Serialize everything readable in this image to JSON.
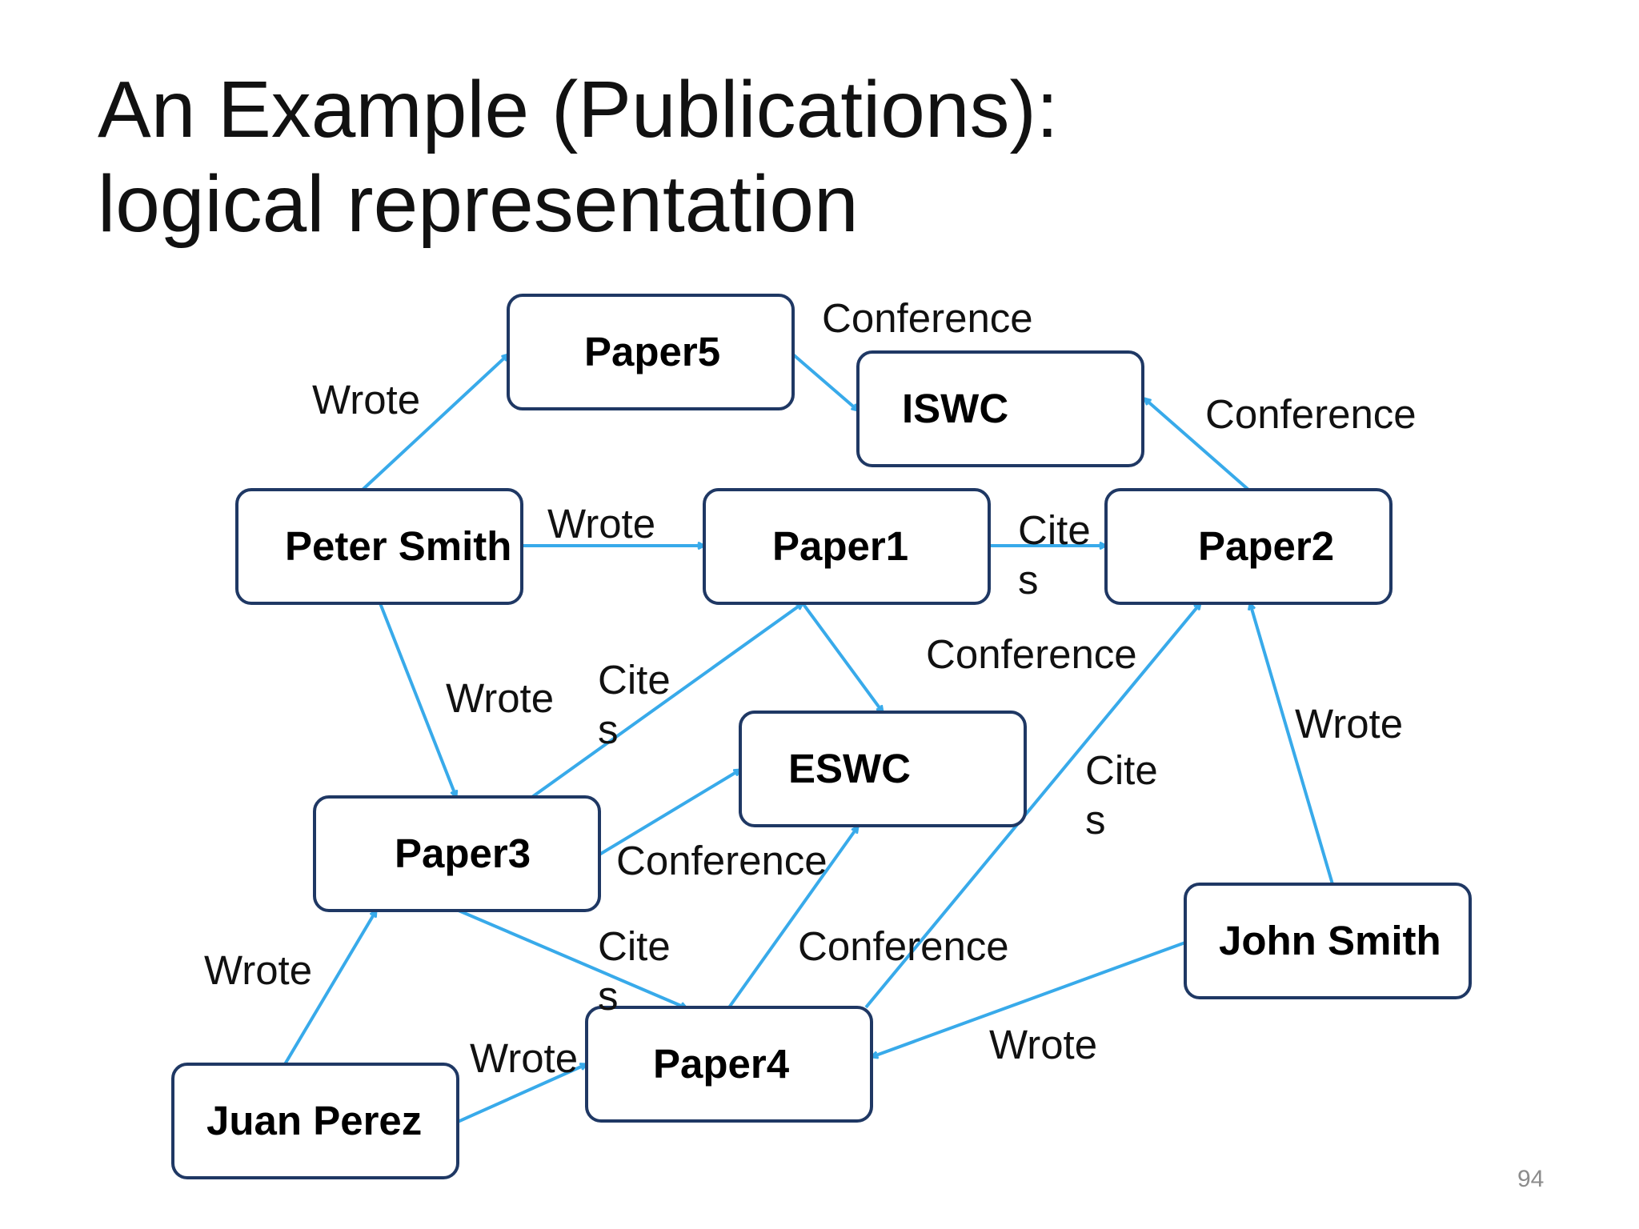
{
  "slide": {
    "title_line1": "An Example (Publications):",
    "title_line2": "logical representation",
    "page_number": "94"
  },
  "colors": {
    "node_border": "#1f3864",
    "edge": "#38aaea",
    "text": "#000000"
  },
  "diagram": {
    "nodes": [
      {
        "id": "paper5",
        "label": "Paper5"
      },
      {
        "id": "iswc",
        "label": "ISWC"
      },
      {
        "id": "peter",
        "label": "Peter Smith"
      },
      {
        "id": "paper1",
        "label": "Paper1"
      },
      {
        "id": "paper2",
        "label": "Paper2"
      },
      {
        "id": "eswc",
        "label": "ESWC"
      },
      {
        "id": "paper3",
        "label": "Paper3"
      },
      {
        "id": "john",
        "label": "John Smith"
      },
      {
        "id": "juan",
        "label": "Juan Perez"
      },
      {
        "id": "paper4",
        "label": "Paper4"
      }
    ],
    "edges": [
      {
        "id": "e1",
        "from": "peter",
        "to": "paper5",
        "label": "Wrote"
      },
      {
        "id": "e2",
        "from": "paper5",
        "to": "iswc",
        "label": "Conference"
      },
      {
        "id": "e3",
        "from": "paper2",
        "to": "iswc",
        "label": "Conference"
      },
      {
        "id": "e4",
        "from": "peter",
        "to": "paper1",
        "label": "Wrote"
      },
      {
        "id": "e5",
        "from": "paper1",
        "to": "paper2",
        "label": "Cites"
      },
      {
        "id": "e6",
        "from": "peter",
        "to": "paper3",
        "label": "Wrote"
      },
      {
        "id": "e7",
        "from": "paper3",
        "to": "paper1",
        "label": "Cites"
      },
      {
        "id": "e8",
        "from": "paper1",
        "to": "eswc",
        "label": "Conference"
      },
      {
        "id": "e9",
        "from": "paper3",
        "to": "eswc",
        "label": "Conference"
      },
      {
        "id": "e10",
        "from": "paper4",
        "to": "paper2",
        "label": "Cites"
      },
      {
        "id": "e11",
        "from": "john",
        "to": "paper2",
        "label": "Wrote"
      },
      {
        "id": "e12",
        "from": "paper3",
        "to": "paper4",
        "label": "Cites"
      },
      {
        "id": "e13",
        "from": "paper4",
        "to": "eswc",
        "label": "Conference"
      },
      {
        "id": "e14",
        "from": "juan",
        "to": "paper3",
        "label": "Wrote"
      },
      {
        "id": "e15",
        "from": "juan",
        "to": "paper4",
        "label": "Wrote"
      },
      {
        "id": "e16",
        "from": "john",
        "to": "paper4",
        "label": "Wrote"
      }
    ]
  }
}
